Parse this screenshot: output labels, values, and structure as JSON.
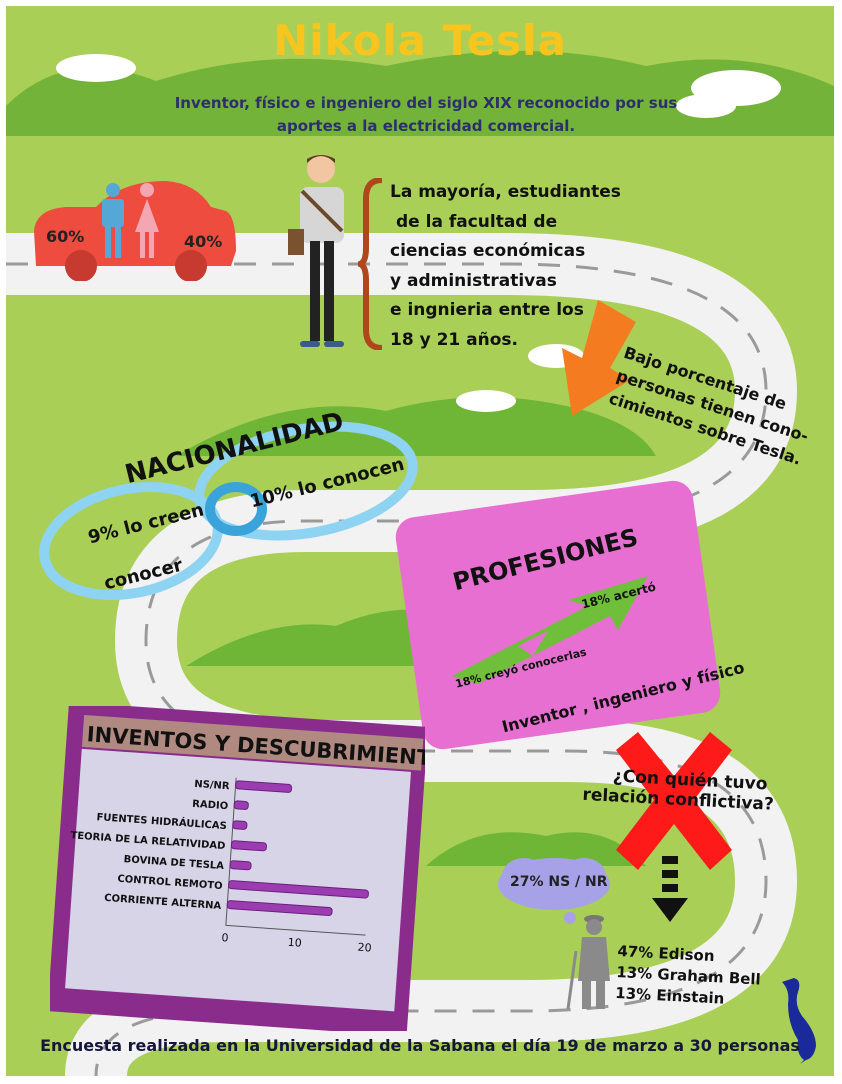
{
  "title": "Nikola Tesla",
  "subtitle": "Inventor, físico e ingeniero del siglo XIX reconocido por sus aportes a la electricidad comercial.",
  "gender": {
    "male_pct": "60%",
    "female_pct": "40%"
  },
  "students_lines": [
    "La mayoría, estudiantes",
    "de la facultad de",
    "ciencias económicas",
    "y administrativas",
    "e ingnieria entre los",
    "18 y 21 años."
  ],
  "knowledge_lines": [
    "Bajo porcentaje de",
    "personas tienen cono-",
    "cimientos sobre Tesla."
  ],
  "nationality": {
    "title": "NACIONALIDAD",
    "left_line1": "9% lo creen",
    "left_line2": "conocer",
    "right": "10% lo conocen"
  },
  "professions": {
    "title": "PROFESIONES",
    "correct": "18% acertó",
    "believed": "18% creyó conocerlas",
    "answer": "Inventor , ingeniero y físico"
  },
  "conflict": {
    "question_line1": "¿Con quién tuvo",
    "question_line2": "relación conflictiva?",
    "cloud": "27% NS / NR",
    "results": [
      "47% Edison",
      "13% Graham Bell",
      "13% Einstain"
    ]
  },
  "footer": "Encuesta realizada en la Universidad de la Sabana el día 19 de marzo a 30 personas",
  "colors": {
    "background": "#a9cf57",
    "title": "#f7c51e",
    "road": "#f2f2f2",
    "car": "#ee4c3e",
    "arrow": "#f47b20",
    "professions_box": "#e86fd2",
    "chart_frame": "#8a2c8c",
    "bars": "#9b3db1",
    "cross": "#ff1a1a"
  },
  "chart_data": {
    "type": "bar",
    "orientation": "horizontal",
    "title": "INVENTOS Y DESCUBRIMIENTOS",
    "categories": [
      "NS/NR",
      "RADIO",
      "FUENTES HIDRÁULICAS",
      "TEORIA DE LA RELATIVIDAD",
      "BOVINA DE TESLA",
      "CONTROL REMOTO",
      "CORRIENTE ALTERNA"
    ],
    "values": [
      8,
      2,
      2,
      5,
      3,
      20,
      15
    ],
    "xlim": [
      0,
      20
    ],
    "xticks": [
      "0",
      "10",
      "20"
    ],
    "grid": false
  }
}
